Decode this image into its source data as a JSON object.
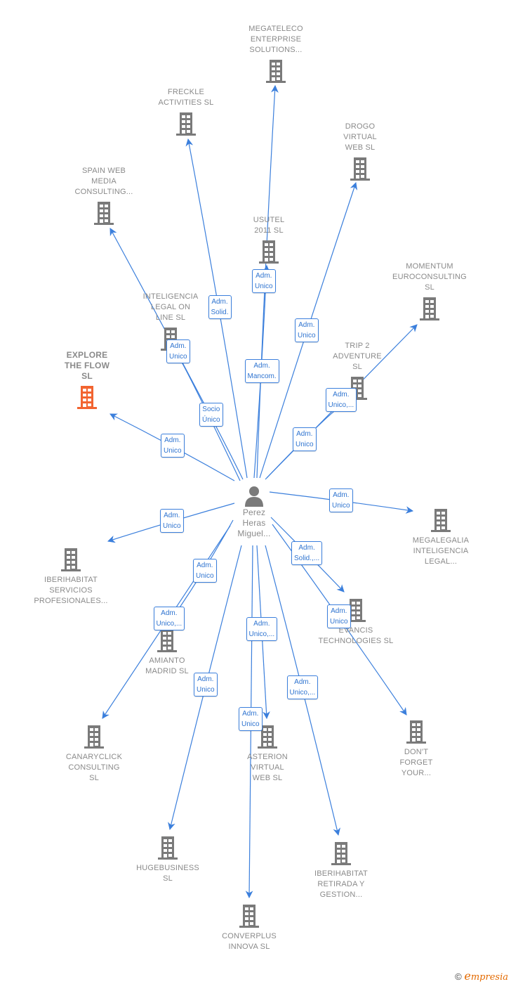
{
  "colors": {
    "edge": "#3b7fdc",
    "building": "#7a7a7a",
    "focus_building": "#f26430",
    "person": "#7a7a7a",
    "label": "#8a8a8a"
  },
  "center": {
    "name": "Perez Heras Miguel...",
    "lines": [
      "Perez",
      "Heras",
      "Miguel..."
    ],
    "icon": "person-icon"
  },
  "companies": [
    {
      "id": "megateleco",
      "lines": [
        "MEGATELECO",
        "ENTERPRISE",
        "SOLUTIONS..."
      ],
      "icon": "building-icon",
      "focus": false
    },
    {
      "id": "freckle",
      "lines": [
        "FRECKLE",
        "ACTIVITIES  SL"
      ],
      "icon": "building-icon",
      "focus": false
    },
    {
      "id": "drogo",
      "lines": [
        "DROGO",
        "VIRTUAL",
        "WEB  SL"
      ],
      "icon": "building-icon",
      "focus": false
    },
    {
      "id": "spainweb",
      "lines": [
        "SPAIN WEB",
        "MEDIA",
        "CONSULTING..."
      ],
      "icon": "building-icon",
      "focus": false
    },
    {
      "id": "usutel",
      "lines": [
        "USUTEL",
        "2011 SL"
      ],
      "icon": "building-icon",
      "focus": false
    },
    {
      "id": "momentum",
      "lines": [
        "MOMENTUM",
        "EUROCONSULTING",
        "SL"
      ],
      "icon": "building-icon",
      "focus": false
    },
    {
      "id": "inteligencia",
      "lines": [
        "INTELIGENCIA",
        "LEGAL ON",
        "LINE  SL"
      ],
      "icon": "building-icon",
      "focus": false
    },
    {
      "id": "explore",
      "lines": [
        "EXPLORE",
        "THE FLOW",
        "SL"
      ],
      "icon": "building-icon",
      "focus": true
    },
    {
      "id": "trip2",
      "lines": [
        "TRIP 2",
        "ADVENTURE",
        "SL"
      ],
      "icon": "building-icon",
      "focus": false
    },
    {
      "id": "megalegalia",
      "lines": [
        "MEGALEGALIA",
        "INTELIGENCIA",
        "LEGAL..."
      ],
      "icon": "building-icon",
      "focus": false
    },
    {
      "id": "iberiserv",
      "lines": [
        "IBERIHABITAT",
        "SERVICIOS",
        "PROFESIONALES..."
      ],
      "icon": "building-icon",
      "focus": false
    },
    {
      "id": "evancis",
      "lines": [
        "EVANCIS",
        "TECHNOLOGIES SL"
      ],
      "icon": "building-icon",
      "focus": false
    },
    {
      "id": "amianto",
      "lines": [
        "AMIANTO",
        "MADRID  SL"
      ],
      "icon": "building-icon",
      "focus": false
    },
    {
      "id": "canaryclick",
      "lines": [
        "CANARYCLICK",
        "CONSULTING",
        "SL"
      ],
      "icon": "building-icon",
      "focus": false
    },
    {
      "id": "asterion",
      "lines": [
        "ASTERION",
        "VIRTUAL",
        "WEB  SL"
      ],
      "icon": "building-icon",
      "focus": false
    },
    {
      "id": "dontforget",
      "lines": [
        "DON'T",
        "FORGET",
        "YOUR..."
      ],
      "icon": "building-icon",
      "focus": false
    },
    {
      "id": "hugebusiness",
      "lines": [
        "HUGEBUSINESS",
        "SL"
      ],
      "icon": "building-icon",
      "focus": false
    },
    {
      "id": "iberiretirada",
      "lines": [
        "IBERIHABITAT",
        "RETIRADA Y",
        "GESTION..."
      ],
      "icon": "building-icon",
      "focus": false
    },
    {
      "id": "converplus",
      "lines": [
        "CONVERPLUS",
        "INNOVA  SL"
      ],
      "icon": "building-icon",
      "focus": false
    }
  ],
  "relations": [
    {
      "to": "megateleco",
      "role": [
        "Adm.",
        "Unico"
      ]
    },
    {
      "to": "freckle",
      "role": [
        "Adm.",
        "Solid."
      ]
    },
    {
      "to": "drogo",
      "role": [
        "Adm.",
        "Unico"
      ]
    },
    {
      "to": "spainweb",
      "role": [
        "Socio",
        "Único"
      ]
    },
    {
      "to": "usutel",
      "role": [
        "Adm.",
        "Mancom."
      ]
    },
    {
      "to": "momentum",
      "role": [
        "Adm.",
        "Unico"
      ]
    },
    {
      "to": "inteligencia",
      "role": [
        "Adm.",
        "Unico"
      ]
    },
    {
      "to": "explore",
      "role": [
        "Adm.",
        "Unico"
      ]
    },
    {
      "to": "trip2",
      "role": [
        "Adm.",
        "Unico,..."
      ]
    },
    {
      "to": "megalegalia",
      "role": [
        "Adm.",
        "Unico"
      ]
    },
    {
      "to": "iberiserv",
      "role": [
        "Adm.",
        "Unico"
      ]
    },
    {
      "to": "evancis",
      "role": [
        "Adm.",
        "Solid.,..."
      ]
    },
    {
      "to": "amianto",
      "role": [
        "Adm.",
        "Unico"
      ]
    },
    {
      "to": "canaryclick",
      "role": [
        "Adm.",
        "Unico,..."
      ]
    },
    {
      "to": "asterion",
      "role": [
        "Adm.",
        "Unico,..."
      ]
    },
    {
      "to": "dontforget",
      "role": [
        "Adm.",
        "Unico"
      ]
    },
    {
      "to": "hugebusiness",
      "role": [
        "Adm.",
        "Unico"
      ]
    },
    {
      "to": "iberiretirada",
      "role": [
        "Adm.",
        "Unico,..."
      ]
    },
    {
      "to": "converplus",
      "role": [
        "Adm.",
        "Unico"
      ]
    }
  ],
  "footer": {
    "copyright": "©",
    "brand_initial": "e",
    "brand_rest": "mpresia"
  }
}
